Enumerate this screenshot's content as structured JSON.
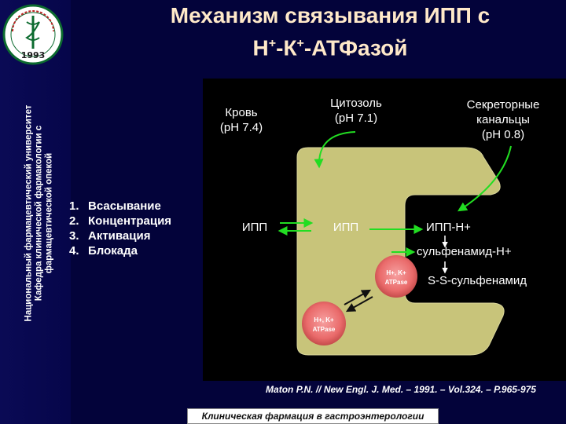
{
  "sidebar": {
    "logo_year": "1993",
    "vertical_text_lines": [
      "Национальный фармацевтический университет",
      "Кафедра клинической фармакологии с",
      "фармацевтической опекой"
    ]
  },
  "title": {
    "line1": "Механизм связывания ИПП с",
    "line2_h": "H",
    "line2_plus1": "+",
    "line2_dash": "-К",
    "line2_plus2": "+",
    "line2_rest": "-АТФазой"
  },
  "compartments": {
    "blood": "Кровь",
    "blood_ph": "(pH 7.4)",
    "cytosol": "Цитозоль",
    "cytosol_ph": "(pH 7.1)",
    "secretory": "Секреторные",
    "secretory2": "канальцы",
    "secretory_ph": "(pH 0.8)"
  },
  "steps": [
    {
      "num": "1.",
      "label": "Всасывание"
    },
    {
      "num": "2.",
      "label": "Концентрация"
    },
    {
      "num": "3.",
      "label": "Активация"
    },
    {
      "num": "4.",
      "label": "Блокада"
    }
  ],
  "diagram": {
    "ipp_blood": "ИПП",
    "ipp_cytosol": "ИПП",
    "ipp_h": "ИПП-H+",
    "sulfenamide_h": "сульфенамид-H+",
    "ss_sulfenamide": "S-S-сульфенамид",
    "enzyme_line1": "H+, K+",
    "enzyme_line2": "ATPase"
  },
  "reference": "Maton P.N. // New Engl. J. Med. – 1991. – Vol.324. – P.965-975",
  "footer": "Клиническая фармация в гастроэнтерологии",
  "colors": {
    "background": "#03033a",
    "title": "#ffe9c9",
    "cell": "#c8c47a",
    "arrow": "#22dd22",
    "enzyme": "#f07a7a"
  }
}
